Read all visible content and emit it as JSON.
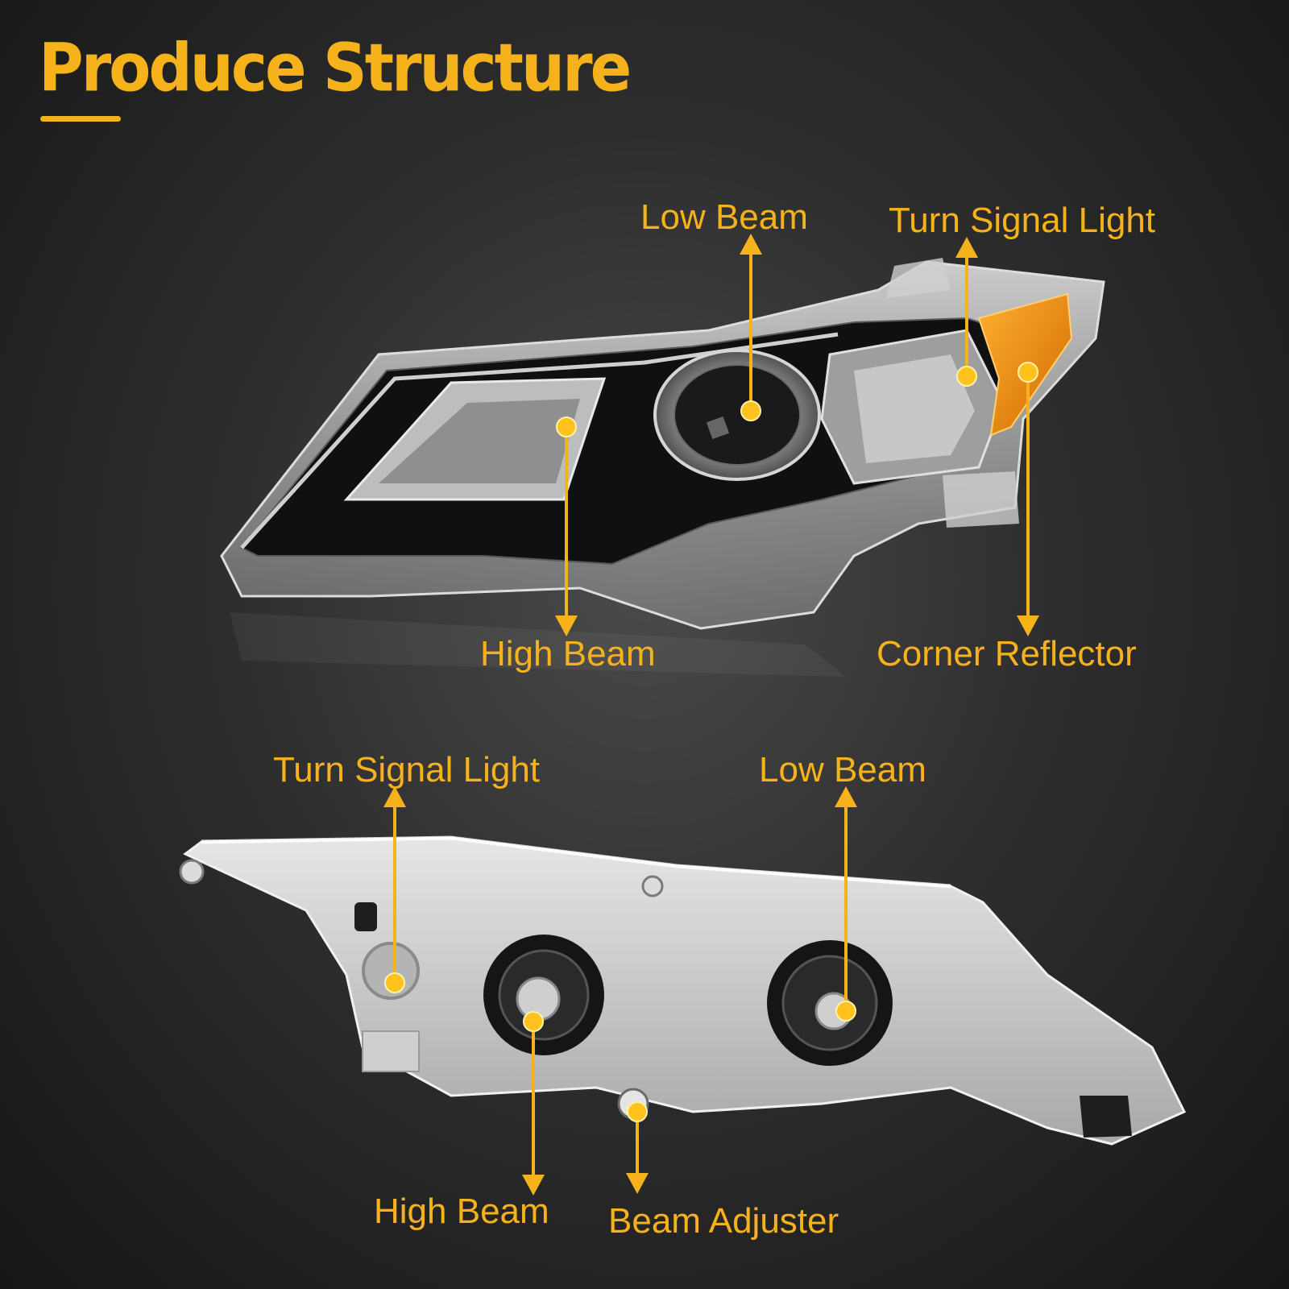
{
  "title": "Produce Structure",
  "colors": {
    "accent": "#f6b21a",
    "background_center": "#4a4a4a",
    "background_edge": "#161616",
    "housing_black": "#101010",
    "amber_reflector": "#f08a00",
    "housing_grey": "#c8c8c8"
  },
  "front_view": {
    "callouts": [
      {
        "label": "Low Beam"
      },
      {
        "label": "Turn Signal Light"
      },
      {
        "label": "High Beam"
      },
      {
        "label": "Corner Reflector"
      }
    ]
  },
  "rear_view": {
    "callouts": [
      {
        "label": "Turn Signal Light"
      },
      {
        "label": "Low Beam"
      },
      {
        "label": "High Beam"
      },
      {
        "label": "Beam Adjuster"
      }
    ]
  }
}
